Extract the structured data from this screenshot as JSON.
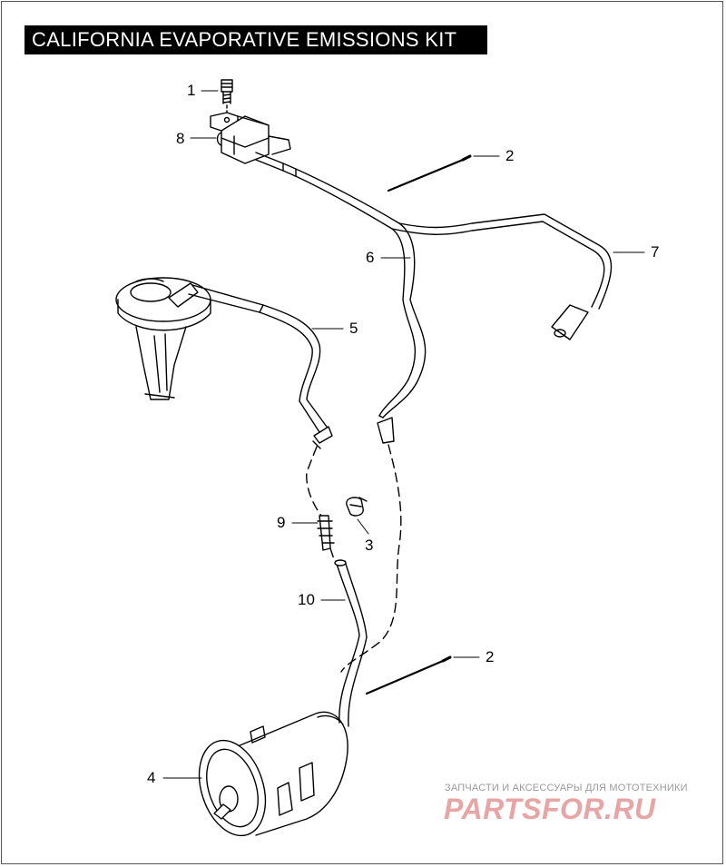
{
  "title": "CALIFORNIA EVAPORATIVE EMISSIONS KIT",
  "callouts": [
    {
      "id": "c1",
      "label": "1"
    },
    {
      "id": "c8",
      "label": "8"
    },
    {
      "id": "c2a",
      "label": "2"
    },
    {
      "id": "c6",
      "label": "6"
    },
    {
      "id": "c7",
      "label": "7"
    },
    {
      "id": "c5",
      "label": "5"
    },
    {
      "id": "c9",
      "label": "9"
    },
    {
      "id": "c3",
      "label": "3"
    },
    {
      "id": "c10",
      "label": "10"
    },
    {
      "id": "c2b",
      "label": "2"
    },
    {
      "id": "c4",
      "label": "4"
    }
  ],
  "watermark": {
    "caption": "ЗАПЧАСТИ И АКСЕССУАРЫ ДЛЯ МОТОТЕХНИКИ",
    "logo": "PARTSFOR.RU"
  }
}
